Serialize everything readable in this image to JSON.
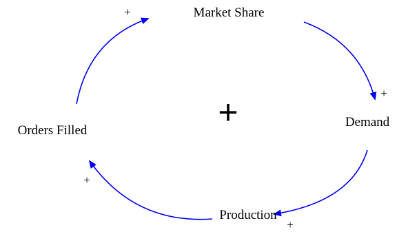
{
  "colors": {
    "link": "#0000ee",
    "text": "#000000",
    "background": "#ffffff"
  },
  "diagram": {
    "type": "causal-loop",
    "loop_symbol": "+",
    "variables": {
      "market_share": "Market Share",
      "demand": "Demand",
      "production": "Production",
      "orders_filled": "Orders Filled"
    },
    "links": [
      {
        "from": "Market Share",
        "to": "Demand",
        "polarity": "+"
      },
      {
        "from": "Demand",
        "to": "Production",
        "polarity": "+"
      },
      {
        "from": "Production",
        "to": "Orders Filled",
        "polarity": "+"
      },
      {
        "from": "Orders Filled",
        "to": "Market Share",
        "polarity": "+"
      }
    ]
  }
}
